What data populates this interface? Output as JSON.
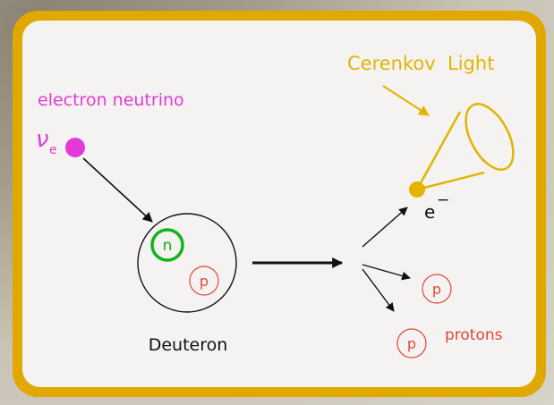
{
  "labels": {
    "neutrino_label": "electron neutrino",
    "neutrino_symbol": "ν",
    "neutrino_subscript": "e",
    "neutron": "n",
    "proton_inside": "p",
    "deuteron": "Deuteron",
    "cerenkov": "Cerenkov  Light",
    "electron": "e",
    "electron_charge": "−",
    "proton_1": "p",
    "proton_2": "p",
    "protons": "protons"
  },
  "colors": {
    "frame": "#e0a800",
    "panel": "#f4f3f1",
    "neutrino": "#e23ad8",
    "neutron": "#13b319",
    "proton": "#e0483a",
    "cerenkov": "#e2b400",
    "line": "#111111"
  }
}
